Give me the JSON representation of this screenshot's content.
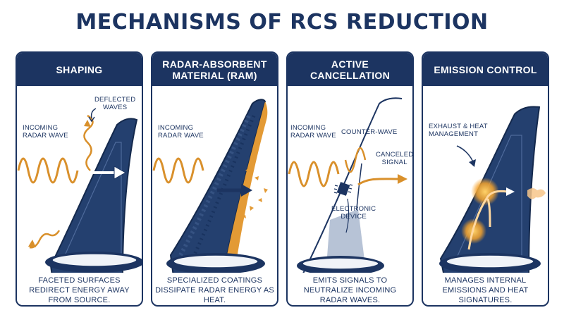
{
  "title": "MECHANISMS OF RCS REDUCTION",
  "panels": [
    {
      "heading": "SHAPING",
      "labels": {
        "deflected": "DEFLECTED\nWAVES",
        "incoming": "INCOMING\nRADAR WAVE"
      },
      "description": "FACETED SURFACES REDIRECT ENERGY AWAY FROM SOURCE."
    },
    {
      "heading": "RADAR-ABSORBENT MATERIAL (RAM)",
      "labels": {
        "incoming": "INCOMING\nRADAR WAVE"
      },
      "description": "SPECIALIZED COATINGS DISSIPATE RADAR ENERGY AS HEAT."
    },
    {
      "heading": "ACTIVE CANCELLATION",
      "labels": {
        "incoming": "INCOMING\nRADAR WAVE",
        "counter": "COUNTER-WAVE",
        "canceled": "CANCELED\nSIGNAL",
        "device": "ELECTRONIC\nDEVICE"
      },
      "description": "EMITS SIGNALS TO NEUTRALIZE INCOMING RADAR WAVES."
    },
    {
      "heading": "EMISSION CONTROL",
      "labels": {
        "exhaust": "EXHAUST & HEAT\nMANAGEMENT"
      },
      "description": "MANAGES INTERNAL EMISSIONS AND HEAT SIGNATURES."
    }
  ],
  "colors": {
    "navy": "#1c3461",
    "wave": "#d9902b",
    "tail": "#24406f",
    "glow": "#f5a32c"
  }
}
